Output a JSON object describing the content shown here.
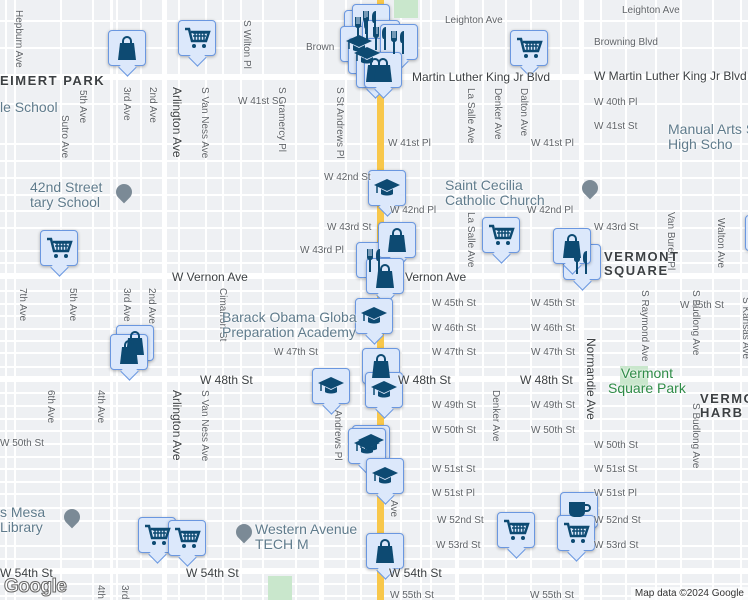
{
  "map": {
    "colors": {
      "background": "#eef0f3",
      "road": "#ffffff",
      "arterial": "#f8c74a",
      "marker_fill": "#dce8fb",
      "marker_border": "#6a97e0",
      "icon": "#0d4a72",
      "park": "#c9e7cc"
    },
    "labels": [
      "Leighton Ave",
      "Leighton Ave",
      "Browning Blvd",
      "Brown",
      "Martin Luther King Jr Blvd",
      "W Martin Luther King Jr Blvd",
      "W 40th Pl",
      "W 41st St",
      "W 41st St",
      "W 41st Pl",
      "W 41st Pl",
      "W 42nd St",
      "W 42nd Pl",
      "W 42nd Pl",
      "W 43rd St",
      "W 43rd St",
      "W 43rd Pl",
      "W Vernon Ave",
      "Vernon Ave",
      "W 45th St",
      "W 45th St",
      "W 45th St",
      "W 46th St",
      "W 46th St",
      "W 47th St",
      "W 47th St",
      "W 47th St",
      "W 48th St",
      "W 48th St",
      "W 48th St",
      "W 49th St",
      "W 49th St",
      "W 50th St",
      "W 50th St",
      "W 50th St",
      "W 50th St",
      "W 51st St",
      "W 51st St",
      "W 51st Pl",
      "W 51st Pl",
      "W 52nd St",
      "W 52nd St",
      "W 53rd St",
      "W 53rd St",
      "W 54th St",
      "W 54th St",
      "W 54th St",
      "W 55th St",
      "W 55th St",
      "Hepburn Ave",
      "5th Ave",
      "Sutro Ave",
      "3rd Ave",
      "2nd Ave",
      "Arlington Ave",
      "S Van Ness Ave",
      "S Wilton Pl",
      "S Gramercy Pl",
      "S St Andrews Pl",
      "La Salle Ave",
      "Denker Ave",
      "Dalton Ave",
      "La Salle Ave",
      "Van Buren Pl",
      "Walton Ave",
      "7th Ave",
      "5th Ave",
      "3rd Ave",
      "2nd Ave",
      "Cimarron St",
      "Arlington Ave",
      "S Van Ness Ave",
      "6th Ave",
      "4th Ave",
      "Andrews Pl",
      "Denker Ave",
      "Normandie Ave",
      "S Raymond Ave",
      "S Budlong Ave",
      "S Budlong Ave",
      "S Kansas Ave",
      "4th Ave",
      "3rd",
      "Ave"
    ],
    "pois": [
      {
        "name": "le School",
        "icon": "none"
      },
      {
        "name": "42nd Street\ntary School",
        "icon": "school-pin-icon"
      },
      {
        "name": "Saint Cecilia\nCatholic Church",
        "icon": "church-pin-icon"
      },
      {
        "name": "Manual Arts S\nHigh Scho",
        "icon": "none"
      },
      {
        "name": "Barack Obama Globa\nPreparation Academy",
        "icon": "none"
      },
      {
        "name": "s Mesa\nLibrary",
        "icon": "library-pin-icon"
      },
      {
        "name": "Western Avenue\nTECH M",
        "icon": "school-pin-icon"
      }
    ],
    "parks": [
      "Vermont\nSquare Park"
    ],
    "neighborhoods": [
      "EIMERT PARK",
      "VERMONT\nSQUARE",
      "VERMO\nHARB"
    ],
    "markers": [
      "cart",
      "bag",
      "restaurant",
      "cart",
      "restaurant",
      "school",
      "restaurant",
      "school",
      "restaurant",
      "bag",
      "bag",
      "school",
      "cart",
      "restaurant",
      "bag",
      "bag",
      "restaurant",
      "bag",
      "cart",
      "school",
      "bag",
      "bag",
      "bag",
      "school",
      "school",
      "school",
      "school",
      "school",
      "coffee",
      "cart",
      "cart",
      "cart",
      "cart",
      "bag",
      "cart"
    ],
    "logo": "Google",
    "attribution": "Map data ©2024 Google"
  }
}
